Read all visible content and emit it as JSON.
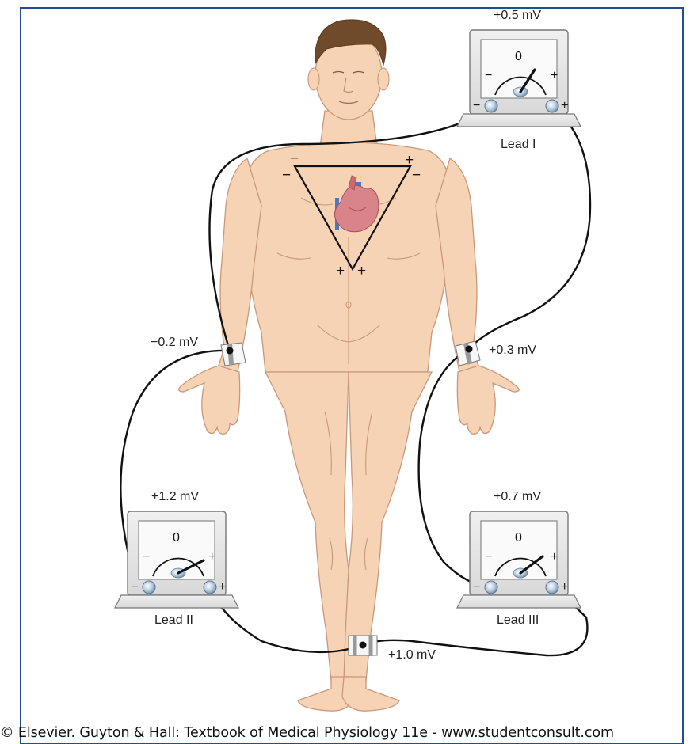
{
  "figure": {
    "meters": [
      {
        "id": "lead-1",
        "name": "Lead I",
        "reading": "+0.5 mV",
        "zero": "0",
        "minus": "−",
        "plus": "+"
      },
      {
        "id": "lead-2",
        "name": "Lead II",
        "reading": "+1.2 mV",
        "zero": "0",
        "minus": "−",
        "plus": "+"
      },
      {
        "id": "lead-3",
        "name": "Lead III",
        "reading": "+0.7 mV",
        "zero": "0",
        "minus": "−",
        "plus": "+"
      }
    ],
    "electrodes": [
      {
        "id": "right-arm",
        "reading": "−0.2 mV"
      },
      {
        "id": "left-arm",
        "reading": "+0.3 mV"
      },
      {
        "id": "left-leg",
        "reading": "+1.0 mV"
      }
    ],
    "triangle_signs": {
      "top_left": "−",
      "left": "−",
      "top_right": "+",
      "right": "−",
      "bottom_left": "+",
      "bottom_right": "+"
    }
  },
  "caption": "© Elsevier. Guyton & Hall: Textbook of Medical Physiology 11e - www.studentconsult.com",
  "colors": {
    "border": "#1f4f8f",
    "skin": "#f6d3b5",
    "skin_outline": "#c9987a",
    "hair": "#6f4a2b",
    "wire": "#111111",
    "meter_case": "#e7e7e7",
    "heart": "#d9848a"
  }
}
